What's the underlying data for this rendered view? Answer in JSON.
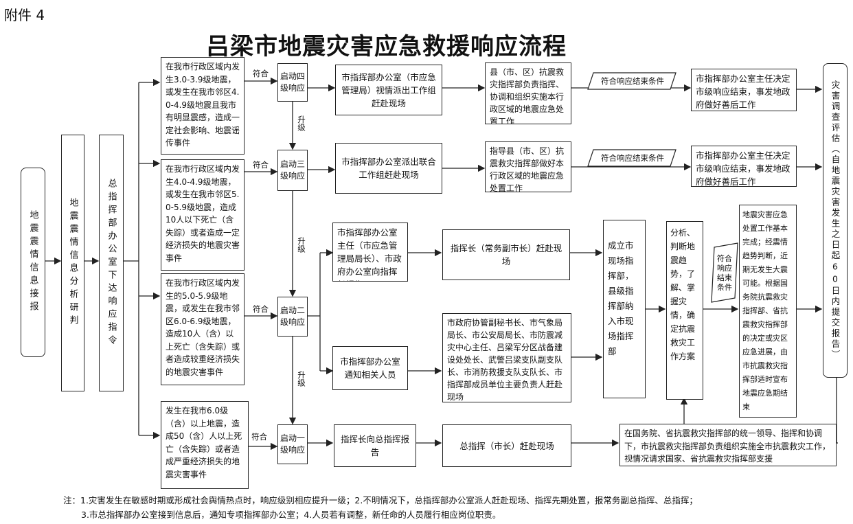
{
  "attachment_label": "附件 4",
  "title": "吕梁市地震灾害应急救援响应流程",
  "left_col": {
    "report": "地震震情信息接报",
    "analysis": "地震震情信息分析研判",
    "command": "总指挥部办公室下达响应指令"
  },
  "conditions": {
    "level4": "在我市行政区域内发生3.0-3.9级地震，或发生在我市邻区4.0-4.9级地震且我市有明显震感，造成一定社会影响、地震谣传事件",
    "level3": "在我市行政区域内发生4.0-4.9级地震，或发生在我市邻区5.0-5.9级地震，造成10人以下死亡（含失踪）或者造成一定经济损失的地震灾害事件",
    "level2": "在我市行政区域内发生的5.0-5.9级地震，或发生在我市邻区6.0-6.9级地震，造成10人（含）以上死亡（含失踪）或者造成较重经济损失的地震灾害事件",
    "level1": "发生在我市6.0级（含）以上地震，造成50（含）人以上死亡（含失踪）或者造成严重经济损失的地震灾害事件"
  },
  "labels": {
    "match": "符合",
    "upgrade": "升级"
  },
  "start": {
    "level4": "启动四级响应",
    "level3": "启动三级响应",
    "level2": "启动二级响应",
    "level1": "启动一级响应"
  },
  "l4": {
    "office": "市指挥部办公室（市应急管理局）视情派出工作组赶赴现场",
    "county": "县（市、区）抗震救灾指挥部负责指挥、协调和组织实施本行政区域的地震应急处置工作",
    "end_condition": "符合响应结束条件",
    "end": "市指挥部办公室主任决定市级响应结束，事发地政府做好善后工作"
  },
  "l3": {
    "office": "市指挥部办公室派出联合工作组赶赴现场",
    "county": "指导县（市、区）抗震救灾指挥部做好本行政区域的地震应急处置工作",
    "end_condition": "符合响应结束条件",
    "end": "市指挥部办公室主任决定市级响应结束，事发地政府做好善后工作"
  },
  "l2": {
    "report": "市指挥部办公室主任（市应急管理局局长）、市政府办公室向指挥长报告",
    "commander": "指挥长（常务副市长）赶赴现场",
    "notify": "市指挥部办公室通知相关人员",
    "officials": "市政府协管副秘书长、市气象局局长、市公安局局长、市防震减灾中心主任、吕梁军分区战备建设处处长、武警吕梁支队副支队长、市消防救援支队支队长、市指挥部成员单位主要负责人赶赴现场",
    "field_hq": "成立市现场指挥部，县级指挥部纳入市现场指挥部",
    "analysis": "分析、判断地震趋势，了解、掌握灾情，确定抗震救灾工作方案",
    "end_condition": "符合响应结束条件",
    "end": "地震灾害应急处置工作基本完成；经震情趋势判断，近期无发生大震可能。根据国务院抗震救灾指挥部、省抗震救灾指挥部的决定或灾区应急进展，由市抗震救灾指挥部适时宣布地震应急期结束"
  },
  "l1": {
    "report": "指挥长向总指挥报告",
    "commander": "总指挥（市长）赶赴现场",
    "support": "在国务院、省抗震救灾指挥部的统一领导、指挥和协调下，市抗震救灾指挥部负责组织实施全市抗震救灾工作，视情况请求国家、省抗震救灾指挥部支援"
  },
  "final": "灾害调查评估（自地震灾害发生之日起60日内提交报告）",
  "notes": {
    "line1": "注：1.灾害发生在敏感时期或形成社会舆情热点时，响应级别相应提升一级；2.不明情况下，总指挥部办公室派人赶赴现场、指挥先期处置，报常务副总指挥、总指挥；",
    "line2": "3.市总指挥部办公室接到信息后，通知专项指挥部办公室；4.人员若有调整，新任命的人员履行相应岗位职责。"
  }
}
